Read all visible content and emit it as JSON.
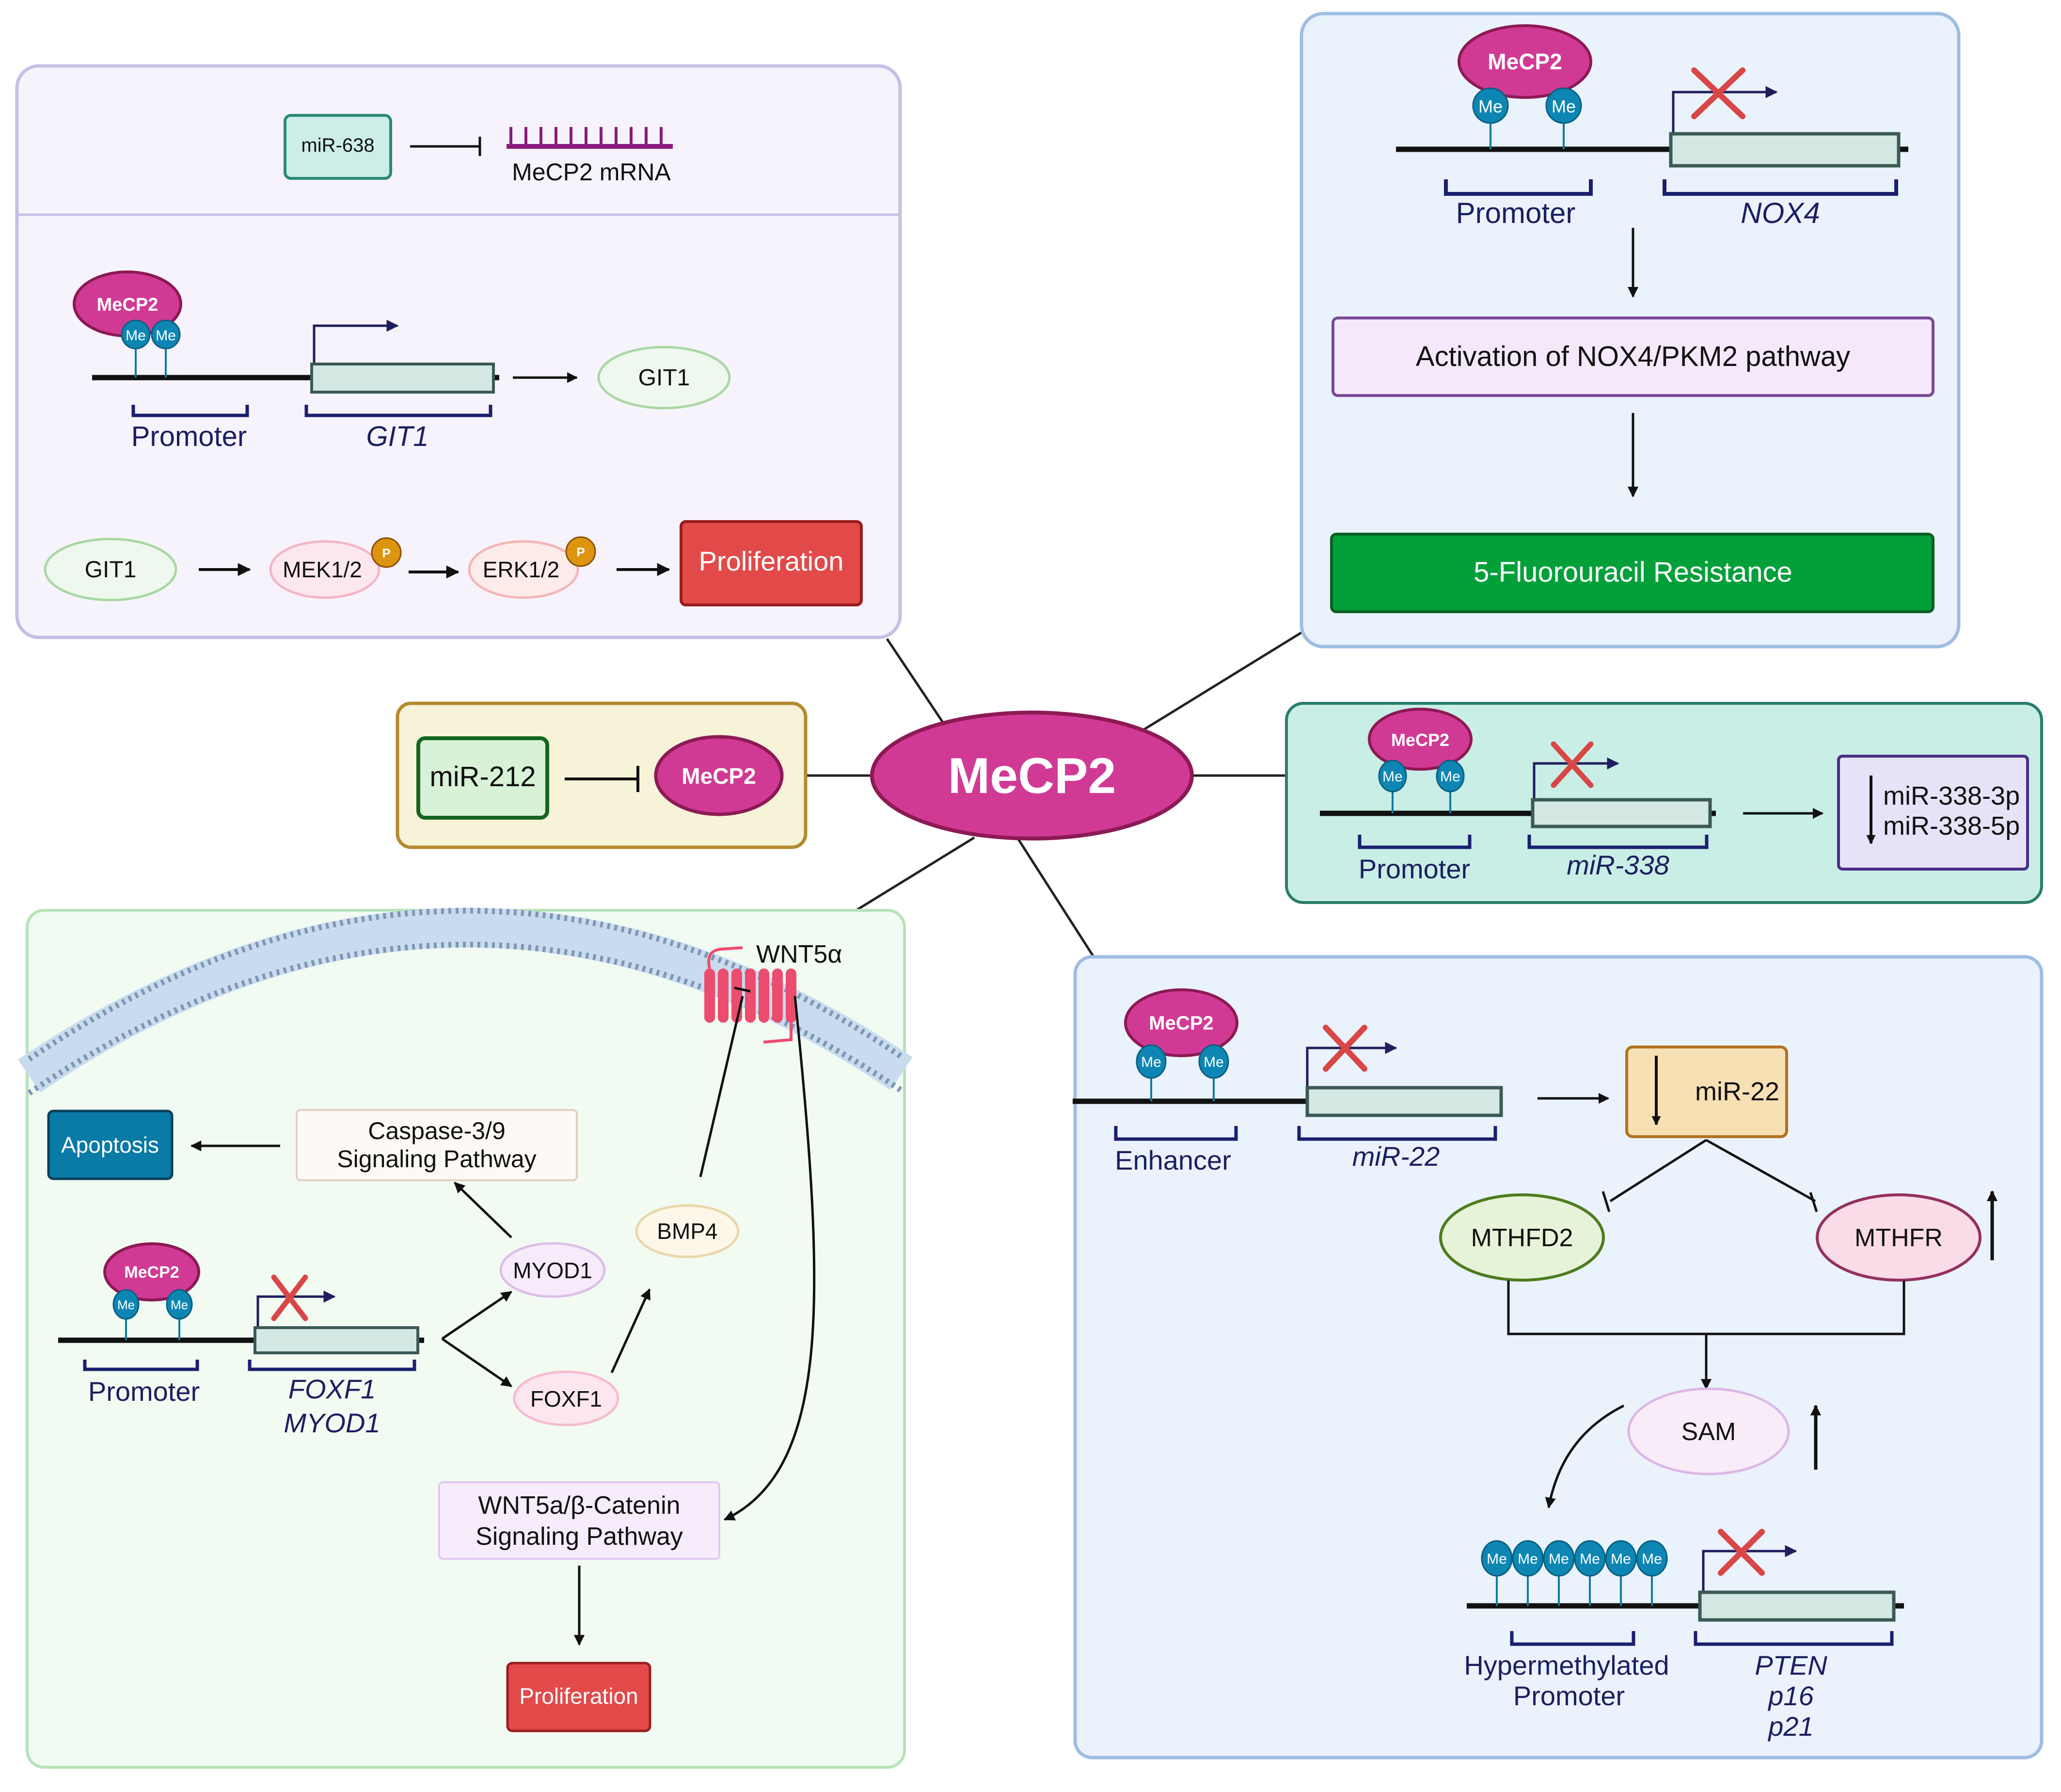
{
  "center": {
    "label": "MeCP2"
  },
  "colors": {
    "mecp2_fill": "#d13a94",
    "mecp2_stroke": "#8c1a55",
    "me_fill": "#0e86b3",
    "proliferation_red": "#e24a4a",
    "resistance_green": "#03a03a",
    "apoptosis_blue": "#0a7aa6",
    "inhibition_cross": "#d94646"
  },
  "panel_mir638_git1": {
    "mir": "miR-638",
    "target": "MeCP2 mRNA",
    "mecp2": "MeCP2",
    "me": "Me",
    "promoter": "Promoter",
    "gene": "GIT1",
    "product": "GIT1",
    "cascade": [
      "GIT1",
      "MEK1/2",
      "ERK1/2"
    ],
    "phospho": "P",
    "outcome": "Proliferation"
  },
  "panel_nox4": {
    "mecp2": "MeCP2",
    "me": "Me",
    "promoter": "Promoter",
    "gene": "NOX4",
    "step1": "Activation of NOX4/PKM2 pathway",
    "step2": "5-Fluorouracil Resistance"
  },
  "panel_mir212": {
    "mir": "miR-212",
    "target": "MeCP2"
  },
  "panel_mir338": {
    "mecp2": "MeCP2",
    "me": "Me",
    "promoter": "Promoter",
    "gene": "miR-338",
    "outcomes": [
      "miR-338-3p",
      "miR-338-5p"
    ]
  },
  "panel_foxf1": {
    "receptor": "WNT5α",
    "apoptosis": "Apoptosis",
    "caspase": [
      "Caspase-3/9",
      "Signaling Pathway"
    ],
    "mecp2": "MeCP2",
    "me": "Me",
    "promoter": "Promoter",
    "genes": [
      "FOXF1",
      "MYOD1"
    ],
    "myod1": "MYOD1",
    "foxf1": "FOXF1",
    "bmp4": "BMP4",
    "wnt_pathway": [
      "WNT5a/β-Catenin",
      "Signaling Pathway"
    ],
    "outcome": "Proliferation"
  },
  "panel_mir22": {
    "mecp2": "MeCP2",
    "me": "Me",
    "enhancer": "Enhancer",
    "gene": "miR-22",
    "mir_box": "miR-22",
    "mthfd2": "MTHFD2",
    "mthfr": "MTHFR",
    "sam": "SAM",
    "hyper_promoter": [
      "Hypermethylated",
      "Promoter"
    ],
    "targets": [
      "PTEN",
      "p16",
      "p21"
    ]
  }
}
